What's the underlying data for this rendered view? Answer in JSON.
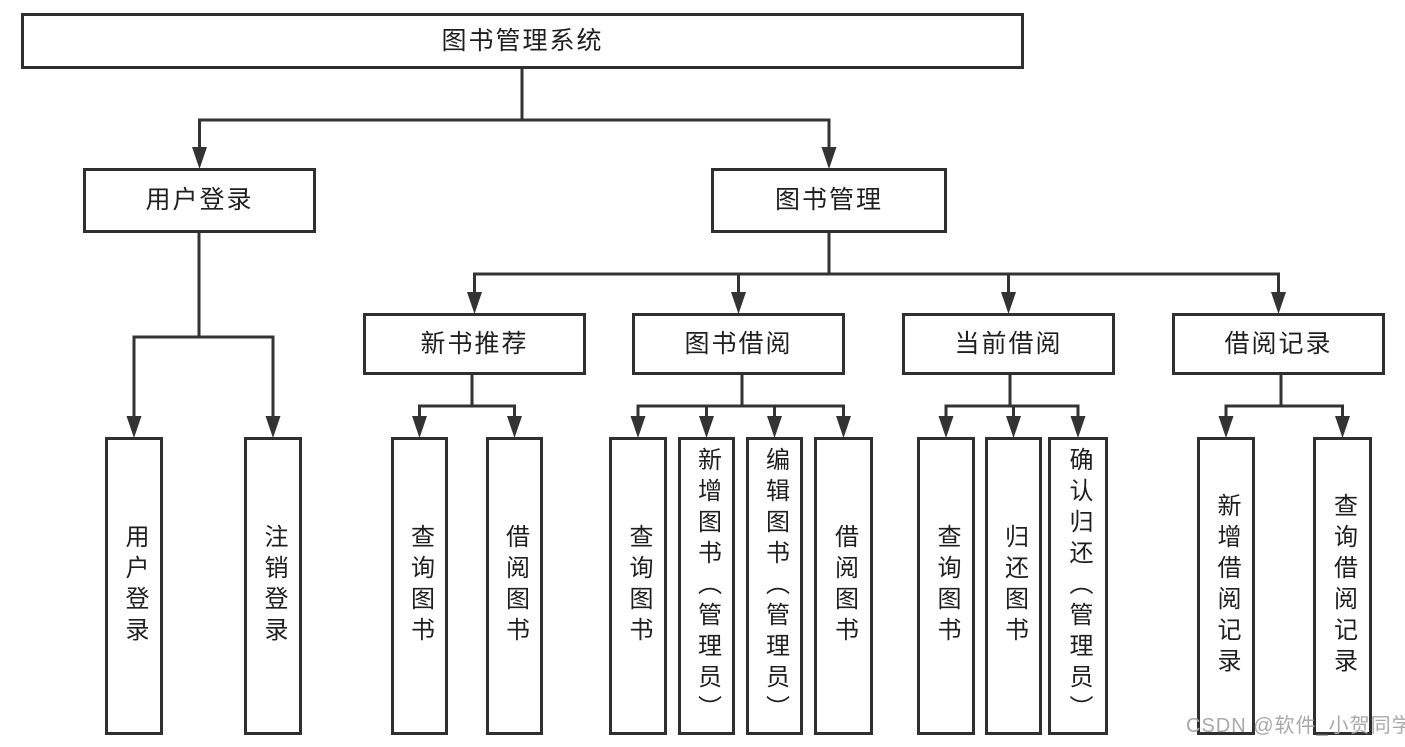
{
  "colors": {
    "line": "#333333",
    "box_border": "#2f2f2f",
    "box_fill": "#ffffff",
    "text": "#1f1f1f",
    "watermark": "#a9a9a9"
  },
  "watermark": {
    "text": "CSDN @软件_小贺同学"
  },
  "diagram": {
    "title": "图书管理系统",
    "nodes": [
      {
        "id": "root",
        "label": "图书管理系统",
        "parent": null,
        "orientation": "horizontal"
      },
      {
        "id": "user-login",
        "label": "用户登录",
        "parent": "root",
        "orientation": "horizontal"
      },
      {
        "id": "book-mgmt",
        "label": "图书管理",
        "parent": "root",
        "orientation": "horizontal"
      },
      {
        "id": "new-book-rec",
        "label": "新书推荐",
        "parent": "book-mgmt",
        "orientation": "horizontal"
      },
      {
        "id": "book-borrow",
        "label": "图书借阅",
        "parent": "book-mgmt",
        "orientation": "horizontal"
      },
      {
        "id": "current-borrow",
        "label": "当前借阅",
        "parent": "book-mgmt",
        "orientation": "horizontal"
      },
      {
        "id": "borrow-record",
        "label": "借阅记录",
        "parent": "book-mgmt",
        "orientation": "horizontal"
      },
      {
        "id": "login-action",
        "label": "用户登录",
        "parent": "user-login",
        "orientation": "vertical"
      },
      {
        "id": "logout-action",
        "label": "注销登录",
        "parent": "user-login",
        "orientation": "vertical"
      },
      {
        "id": "query-books-1",
        "label": "查询图书",
        "parent": "new-book-rec",
        "orientation": "vertical"
      },
      {
        "id": "borrow-books-1",
        "label": "借阅图书",
        "parent": "new-book-rec",
        "orientation": "vertical"
      },
      {
        "id": "query-books-2",
        "label": "查询图书",
        "parent": "book-borrow",
        "orientation": "vertical"
      },
      {
        "id": "add-books",
        "label": "新增图书（管理员）",
        "parent": "book-borrow",
        "orientation": "vertical"
      },
      {
        "id": "edit-books",
        "label": "编辑图书（管理员）",
        "parent": "book-borrow",
        "orientation": "vertical"
      },
      {
        "id": "borrow-books-2",
        "label": "借阅图书",
        "parent": "book-borrow",
        "orientation": "vertical"
      },
      {
        "id": "query-books-3",
        "label": "查询图书",
        "parent": "current-borrow",
        "orientation": "vertical"
      },
      {
        "id": "return-books",
        "label": "归还图书",
        "parent": "current-borrow",
        "orientation": "vertical"
      },
      {
        "id": "confirm-return",
        "label": "确认归还（管理员）",
        "parent": "current-borrow",
        "orientation": "vertical"
      },
      {
        "id": "add-borrow-record",
        "label": "新增借阅记录",
        "parent": "borrow-record",
        "orientation": "vertical"
      },
      {
        "id": "query-borrow-record",
        "label": "查询借阅记录",
        "parent": "borrow-record",
        "orientation": "vertical"
      }
    ]
  }
}
